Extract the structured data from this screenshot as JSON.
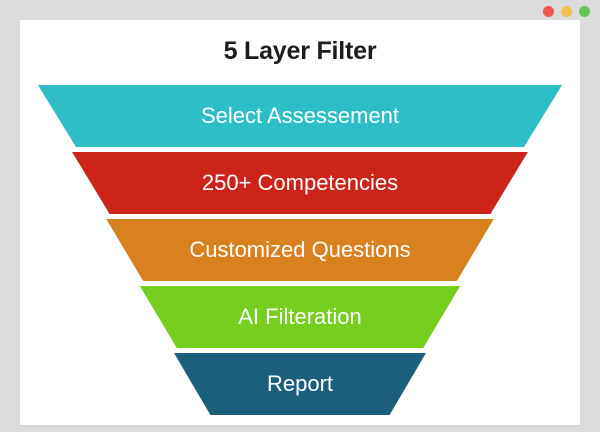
{
  "window": {
    "controls": [
      {
        "name": "close",
        "color": "#f1564f"
      },
      {
        "name": "minimize",
        "color": "#f5bf4f"
      },
      {
        "name": "maximize",
        "color": "#62c554"
      }
    ]
  },
  "page": {
    "background_color": "#dcdcdc",
    "card_background_color": "#ffffff"
  },
  "slide": {
    "title": "5 Layer Filter"
  },
  "chart_data": {
    "type": "funnel",
    "title": "5 Layer Filter",
    "xlabel": "",
    "ylabel": "",
    "legend": "none",
    "grid": false,
    "labels": [
      "Select Assessement",
      "250+ Competencies",
      "Customized Questions",
      "AI Filteration",
      "Report"
    ],
    "colors": [
      "#2ebec8",
      "#cc2418",
      "#d9801f",
      "#76ce1e",
      "#1b5f7d"
    ],
    "stages": [
      {
        "label": "Select Assessement",
        "color": "#2ebec8",
        "order": 1,
        "top_width_pct": 93.6,
        "bottom_width_pct": 80.0
      },
      {
        "label": "250+ Competencies",
        "color": "#cc2418",
        "order": 2,
        "top_width_pct": 81.4,
        "bottom_width_pct": 68.0
      },
      {
        "label": "Customized Questions",
        "color": "#d9801f",
        "order": 3,
        "top_width_pct": 69.2,
        "bottom_width_pct": 56.0
      },
      {
        "label": "AI Filteration",
        "color": "#76ce1e",
        "order": 4,
        "top_width_pct": 57.2,
        "bottom_width_pct": 44.0
      },
      {
        "label": "Report",
        "color": "#1b5f7d",
        "order": 5,
        "top_width_pct": 45.0,
        "bottom_width_pct": 32.0
      }
    ]
  }
}
